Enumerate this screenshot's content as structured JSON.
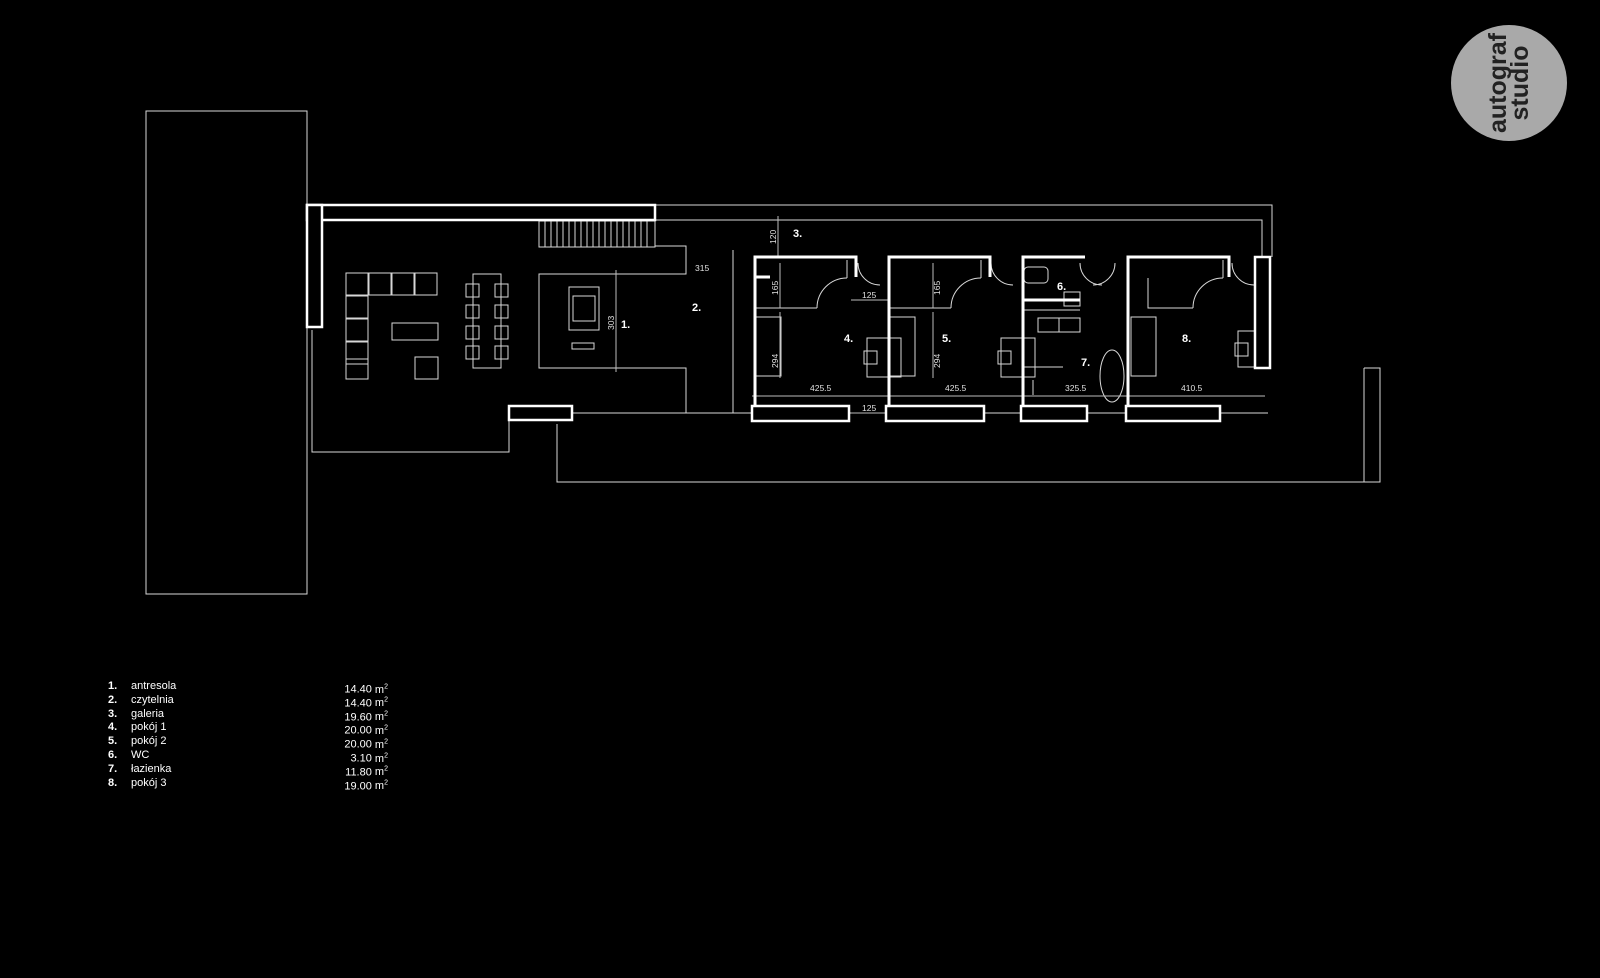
{
  "logo": {
    "line1": "autograf",
    "line2": "studio"
  },
  "plan": {
    "room_labels": [
      "1.",
      "2.",
      "3.",
      "4.",
      "5.",
      "6.",
      "7.",
      "8."
    ],
    "dimensions": {
      "d315": "315",
      "d120": "120",
      "d303": "303",
      "d165a": "165",
      "d165b": "165",
      "d294a": "294",
      "d294b": "294",
      "d125a": "125",
      "d125b": "125",
      "d425a": "425.5",
      "d425b": "425.5",
      "d325": "325.5",
      "d410": "410.5"
    }
  },
  "legend": [
    {
      "num": "1.",
      "name": "antresola",
      "area": "14.40",
      "unit": "m",
      "sup": "2"
    },
    {
      "num": "2.",
      "name": "czytelnia",
      "area": "14.40",
      "unit": "m",
      "sup": "2"
    },
    {
      "num": "3.",
      "name": "galeria",
      "area": "19.60",
      "unit": "m",
      "sup": "2"
    },
    {
      "num": "4.",
      "name": "pokój 1",
      "area": "20.00",
      "unit": "m",
      "sup": "2"
    },
    {
      "num": "5.",
      "name": "pokój 2",
      "area": "20.00",
      "unit": "m",
      "sup": "2"
    },
    {
      "num": "6.",
      "name": "WC",
      "area": "3.10",
      "unit": "m",
      "sup": "2"
    },
    {
      "num": "7.",
      "name": "łazienka",
      "area": "11.80",
      "unit": "m",
      "sup": "2"
    },
    {
      "num": "8.",
      "name": "pokój 3",
      "area": "19.00",
      "unit": "m",
      "sup": "2"
    }
  ]
}
